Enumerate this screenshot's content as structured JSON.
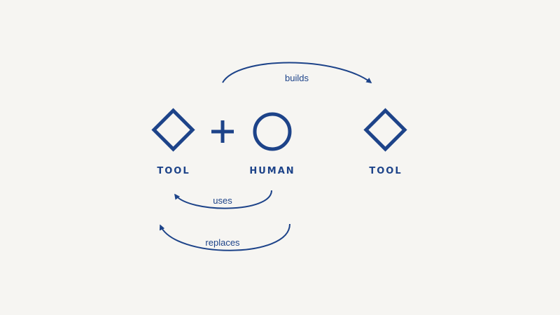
{
  "diagram": {
    "nodes": [
      {
        "id": "tool-left",
        "shape": "diamond",
        "label": "TOOL"
      },
      {
        "id": "human",
        "shape": "circle",
        "label": "HUMAN"
      },
      {
        "id": "tool-right",
        "shape": "diamond",
        "label": "TOOL"
      }
    ],
    "operator": "+",
    "edges": [
      {
        "from": "human",
        "to": "tool-right",
        "label": "builds"
      },
      {
        "from": "human",
        "to": "tool-left",
        "label": "uses"
      },
      {
        "from": "human",
        "to": "tool-left",
        "label": "replaces"
      }
    ]
  },
  "colors": {
    "background": "#f6f5f2",
    "accent": "#1d4389"
  }
}
